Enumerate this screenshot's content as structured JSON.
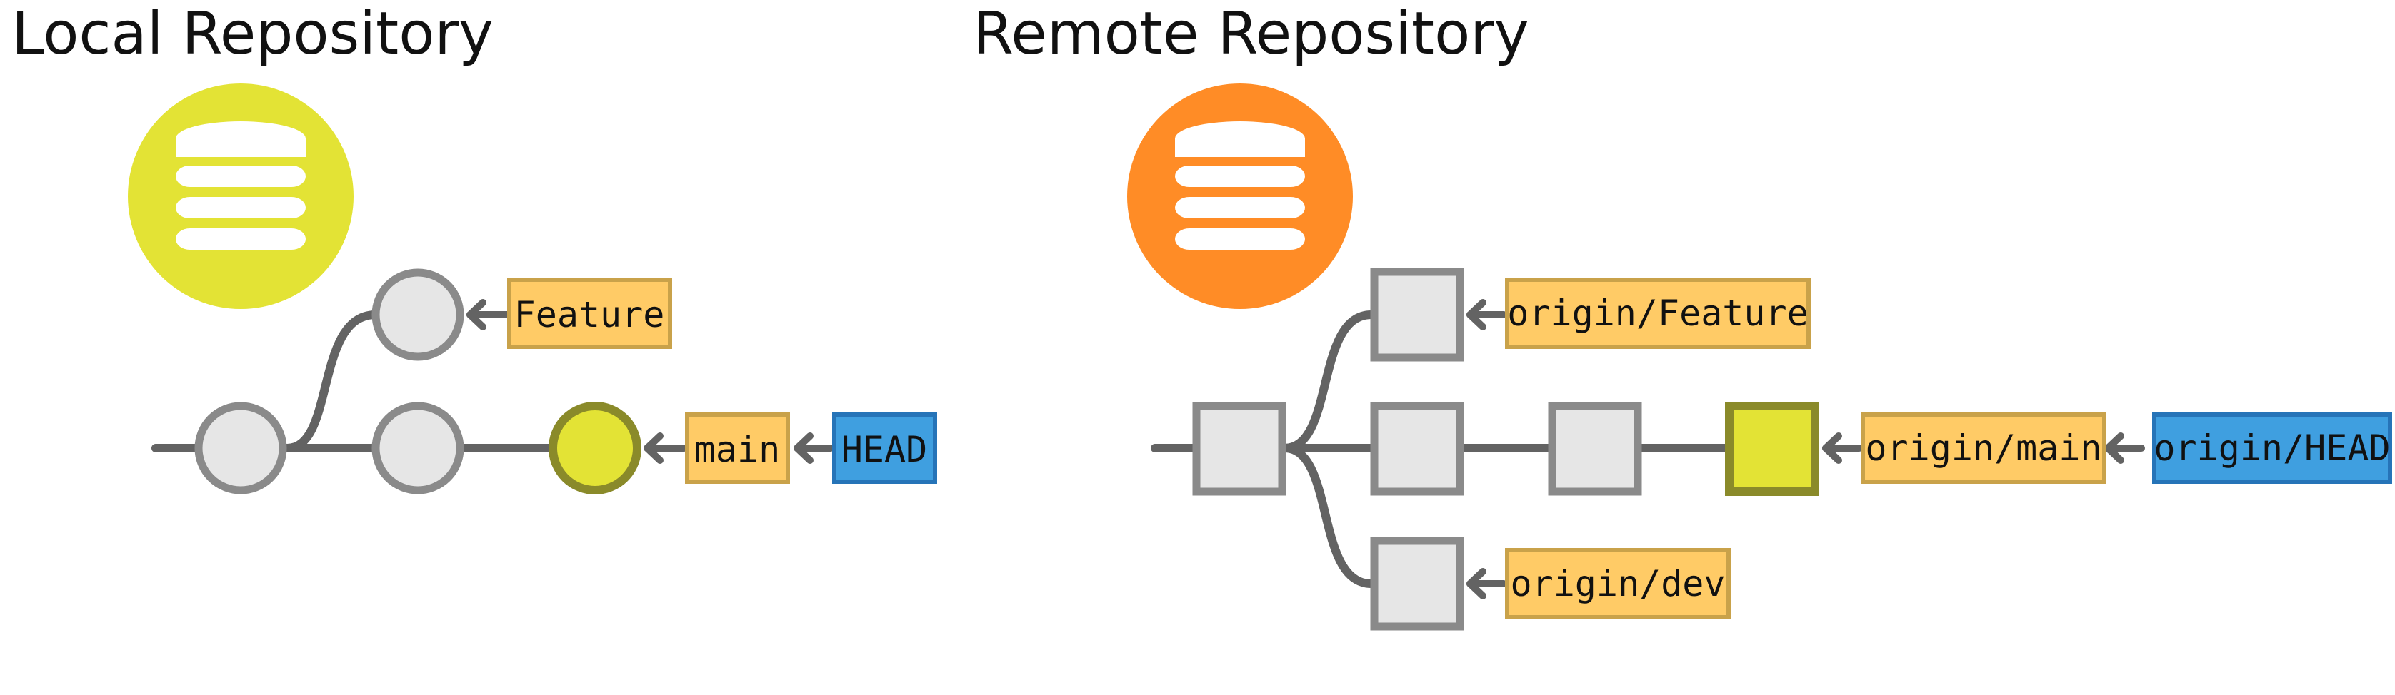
{
  "colors": {
    "line": "#636363",
    "commit_fill": "#e6e6e6",
    "commit_stroke": "#8a8a8a",
    "active_fill": "#e3e335",
    "active_stroke": "#8a8a2a",
    "branch_fill": "#ffcb66",
    "branch_stroke": "#c9a24a",
    "head_fill": "#3f9fe0",
    "head_stroke": "#2674b8",
    "local_repo_icon": "#e3e335",
    "remote_repo_icon": "#ff8c26"
  },
  "local": {
    "title": "Local Repository",
    "icon": "database-icon",
    "branches": {
      "feature": "Feature",
      "main": "main",
      "head": "HEAD"
    }
  },
  "remote": {
    "title": "Remote Repository",
    "icon": "database-icon",
    "branches": {
      "feature": "origin/Feature",
      "main": "origin/main",
      "head": "origin/HEAD",
      "dev": "origin/dev"
    }
  }
}
